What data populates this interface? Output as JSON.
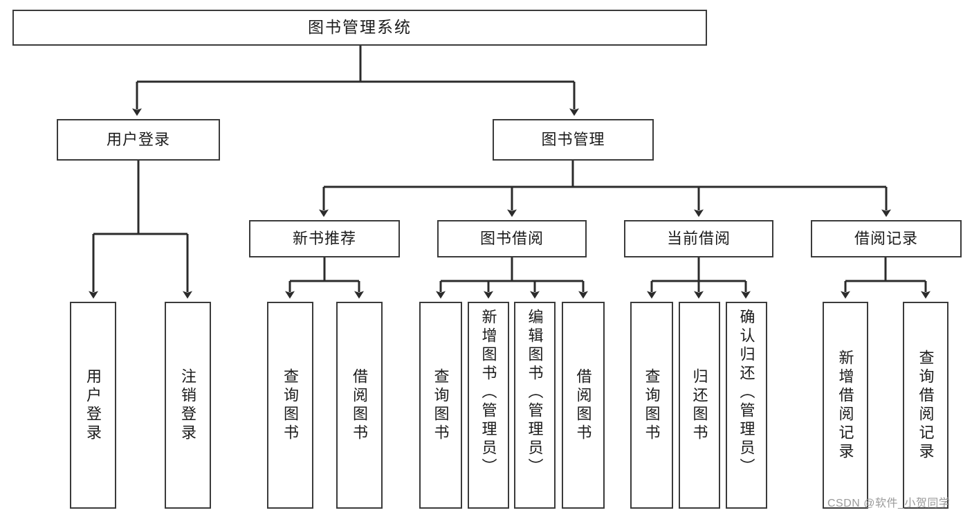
{
  "diagram": {
    "type": "tree-hierarchy",
    "title": "图书管理系统",
    "watermark": "CSDN @软件_小贺同学",
    "colors": {
      "box_border": "#3a3a3a",
      "box_fill": "#ffffff",
      "edge": "#2b2b2b",
      "text": "#1b1b1b",
      "watermark": "#9a9a9a",
      "background": "#ffffff"
    },
    "root": {
      "label": "图书管理系统"
    },
    "level1": [
      {
        "label": "用户登录"
      },
      {
        "label": "图书管理"
      }
    ],
    "level2": [
      {
        "label": "新书推荐"
      },
      {
        "label": "图书借阅"
      },
      {
        "label": "当前借阅"
      },
      {
        "label": "借阅记录"
      }
    ],
    "leaves": {
      "user_login": [
        {
          "label": "用户登录"
        },
        {
          "label": "注销登录"
        }
      ],
      "new_book_recommend": [
        {
          "label": "查询图书"
        },
        {
          "label": "借阅图书"
        }
      ],
      "book_borrow": [
        {
          "label": "查询图书"
        },
        {
          "label": "新增图书（管理员）"
        },
        {
          "label": "编辑图书（管理员）"
        },
        {
          "label": "借阅图书"
        }
      ],
      "current_borrow": [
        {
          "label": "查询图书"
        },
        {
          "label": "归还图书"
        },
        {
          "label": "确认归还（管理员）"
        }
      ],
      "borrow_record": [
        {
          "label": "新增借阅记录"
        },
        {
          "label": "查询借阅记录"
        }
      ]
    }
  }
}
